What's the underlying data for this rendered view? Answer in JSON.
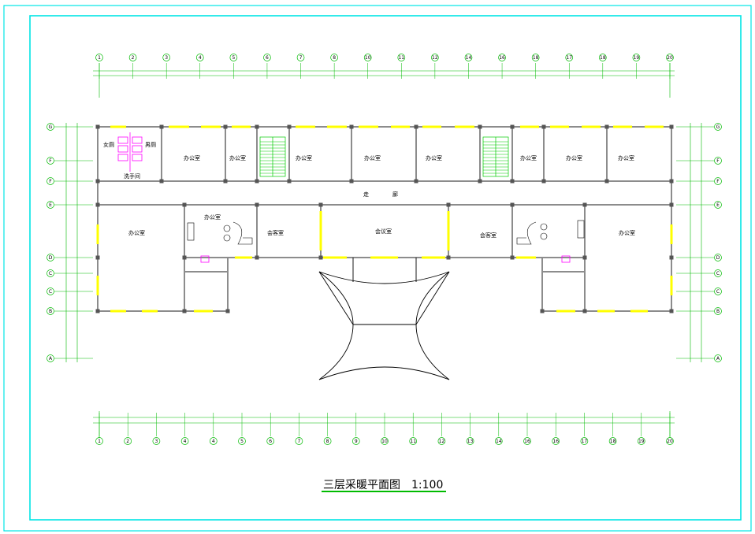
{
  "drawing": {
    "title": "三层采暖平面图",
    "scale": "1:100"
  },
  "colors": {
    "frame": "#00e5e5",
    "dim": "#00bb00",
    "wall": "#8c8c8c",
    "window": "#ffff00",
    "stair": "#00cc00",
    "fixture": "#ff00ff"
  },
  "axes": {
    "top": [
      "1",
      "2",
      "3",
      "4",
      "5",
      "6",
      "7",
      "8",
      "10",
      "11",
      "12",
      "14",
      "16",
      "18",
      "17",
      "18",
      "19",
      "20"
    ],
    "bottom": [
      "1",
      "2",
      "3",
      "4",
      "4",
      "5",
      "6",
      "7",
      "8",
      "9",
      "10",
      "11",
      "12",
      "13",
      "14",
      "16",
      "16",
      "17",
      "18",
      "19",
      "20"
    ],
    "left": [
      "G",
      "F",
      "F",
      "E",
      "D",
      "C",
      "C",
      "B",
      "A"
    ],
    "right": [
      "G",
      "F",
      "F",
      "E",
      "D",
      "C",
      "C",
      "B",
      "A"
    ]
  },
  "rooms": {
    "office": "办公室",
    "reception": "会客室",
    "meeting": "会议室",
    "corridor_left": "走",
    "corridor_right": "廊",
    "women_wc": "女厕",
    "men_wc": "男厕",
    "wash": "洗手间"
  }
}
